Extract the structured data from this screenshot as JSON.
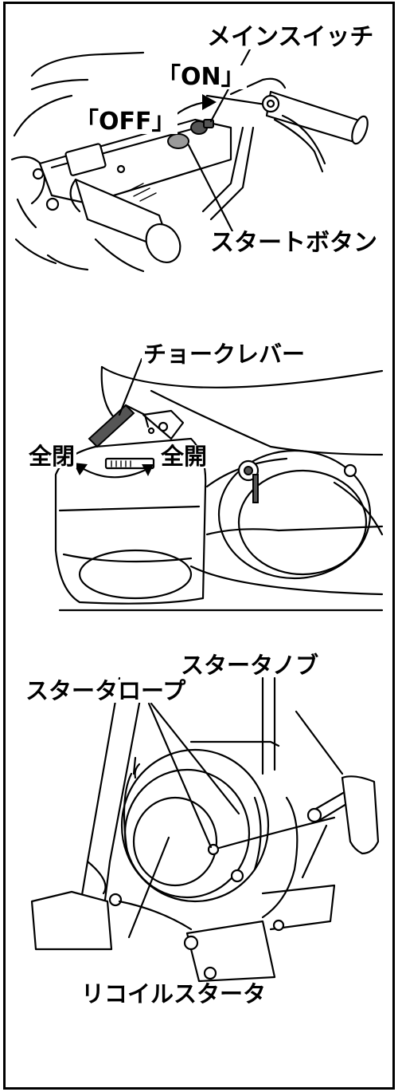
{
  "panel1": {
    "main_switch_label": "メインスイッチ",
    "on_label": "「ON」",
    "off_label": "「OFF」",
    "start_button_label": "スタートボタン"
  },
  "panel2": {
    "choke_lever_label": "チョークレバー",
    "full_open_left": "全閉",
    "full_open_right": "全開"
  },
  "panel3": {
    "starter_knob_label": "スタータノブ",
    "starter_rope_label": "スタータロープ",
    "recoil_starter_label": "リコイルスタータ"
  }
}
